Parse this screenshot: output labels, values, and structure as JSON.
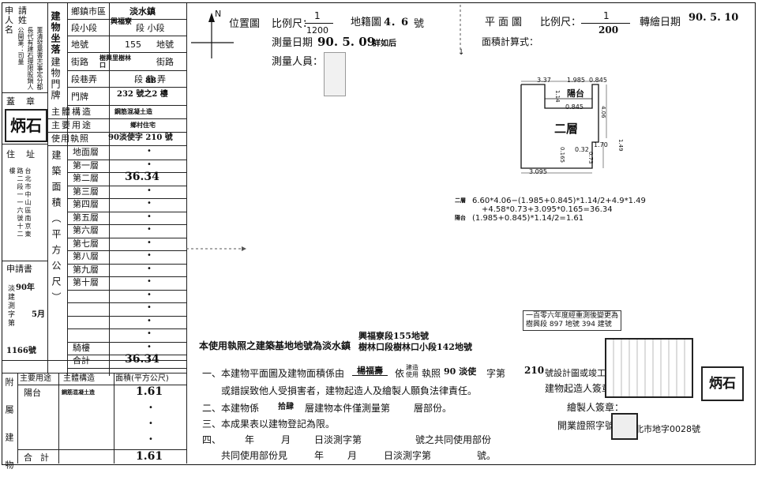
{
  "left_panel": {
    "applicant_label": "申請人姓名",
    "applicant_stamp_text": "董清發葉書志事定分都長代有建石理限股鍋人公開業：司量",
    "seal_label": "蓋章",
    "seal_text": "炳石",
    "address_label": "住址",
    "address_value": "台北市中山區南京東路二段一一六號十二樓",
    "site_label": "建物坐落",
    "door_label": "建物門牌",
    "township_label": "鄉鎮市區",
    "township_value": "淡水鎮",
    "section_label": "段小段",
    "section_value": "興福寮",
    "section_suffix": "段 小段",
    "lot_label": "地號",
    "lot_value": "155",
    "lot_suffix": "地號",
    "street_label": "街路",
    "street_value": "樹興里樹林口",
    "street_suffix": "街路",
    "lane_label": "段巷弄",
    "lane_value": "88",
    "lane_suffix": "段 巷 弄",
    "door_no_label": "門牌",
    "door_no_value": "232 號之2 樓",
    "structure_label": "主體構造",
    "structure_value": "鋼筋混凝土造",
    "use_label": "主要用途",
    "use_value": "鄉村住宅",
    "permit_label": "使用執照",
    "permit_value": "90淡使字 210 號",
    "area_col_label": "建築面積（平方公尺）",
    "floors": [
      "地面層",
      "第一層",
      "第二層",
      "第三層",
      "第四層",
      "第五層",
      "第六層",
      "第七層",
      "第八層",
      "第九層",
      "第十層",
      "",
      "",
      "",
      "",
      "騎樓",
      "合計"
    ],
    "floor_values": [
      "•",
      "•",
      "36.34",
      "•",
      "•",
      "•",
      "•",
      "•",
      "•",
      "•",
      "•",
      "•",
      "•",
      "•",
      "•",
      "•",
      "36.34"
    ],
    "application_label": "申請書",
    "app_year": "90年",
    "app_month": "5月",
    "app_word": "淡建測字第",
    "app_number": "1166號",
    "annex_label": "附屬建物",
    "annex_use_header": "主要用途",
    "annex_struct_header": "主體構造",
    "annex_area_header": "面積(平方公尺)",
    "annex_use": "陽台",
    "annex_struct": "鋼筋混凝土造",
    "annex_area": "1.61",
    "annex_total_label": "合計",
    "annex_total": "1.61"
  },
  "location_map": {
    "north": "N",
    "title": "位置圖",
    "scale_label": "比例尺：",
    "scale_num": "1",
    "scale_den": "1200",
    "sheet_label": "地籍圖",
    "sheet_value": "4．6",
    "sheet_suffix": "號",
    "survey_date_label": "測量日期",
    "survey_date_value": "90. 5. 09",
    "survey_note": "詳如后",
    "surveyor_label": "測量人員："
  },
  "floor_plan": {
    "title": "平面圖",
    "scale_label": "比例尺：",
    "scale_num": "1",
    "scale_den": "200",
    "transfer_label": "轉繪日期",
    "transfer_value": "90. 5. 10",
    "calc_label": "面積計算式：",
    "dims": {
      "a": "3.37",
      "b": "1.985",
      "c": "0.845",
      "d": "1.14",
      "e": "0.845",
      "f": "4.06",
      "g": "1.70",
      "h": "1.49",
      "i": "0.32",
      "j": "0.165",
      "k": "0.73",
      "l": "3.095"
    },
    "balcony_label": "陽台",
    "floor_label": "二層",
    "calc_floor_label": "二層",
    "calc_line1": "6.60*4.06−(1.985+0.845)*1.14/2+4.9*1.49",
    "calc_line2": "+4.58*0.73+3.095*0.165=36.34",
    "calc_annex_label": "陽台",
    "calc_line3": "(1.985+0.845)*1.14/2=1.61"
  },
  "stamp_note": {
    "line1": "一百零六年度經重測後變更為",
    "line2": "樹興段 897 地號 394 建號"
  },
  "footer": {
    "base_line_prefix": "本使用執照之建築基地地號為淡水鎮",
    "base_line_a": "興福寮段155地號",
    "base_line_b": "樹林口段樹林口小段142地號",
    "item1_a": "一、本建物平面圖及建物面積係由",
    "item1_name": "楊福壽",
    "item1_b": "依",
    "item1_c": "建造使用",
    "item1_d": "執照",
    "item1_permit": "90 淡使",
    "item1_e": "字第",
    "item1_num": "210",
    "item1_f": "號設計圖或竣工平面圖轉繪，如有遺漏",
    "item1_line2": "或錯誤致他人受損害者，建物起造人及繪製人願負法律責任。",
    "item2_a": "二、本建物係",
    "item2_floors": "拾肆",
    "item2_b": "層建物本件僅測量第",
    "item2_c": "層部份。",
    "item3": "三、本成果表以建物登記為限。",
    "item4_a": "四、",
    "item4_b": "年",
    "item4_c": "月",
    "item4_d": "日淡測字第",
    "item4_e": "號之共同使用部份",
    "item4_line2_a": "共同使用部份見",
    "item4_line2_b": "年",
    "item4_line2_c": "月",
    "item4_line2_d": "日淡測字第",
    "item4_line2_e": "號。",
    "owner_sign_label": "建物起造人簽章：",
    "drafter_sign_label": "繪製人簽章：",
    "license_label": "開業證照字號：",
    "license_value": "北市地字0028號"
  }
}
